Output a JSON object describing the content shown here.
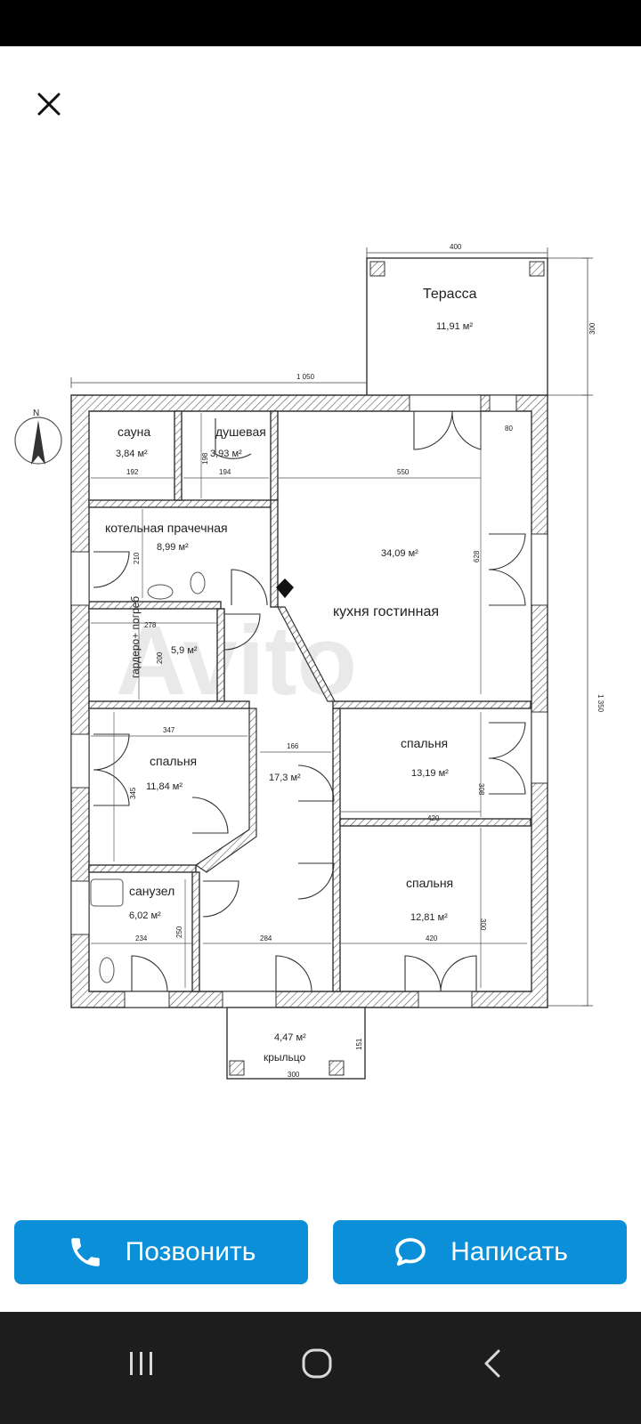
{
  "actions": {
    "call_label": "Позвонить",
    "message_label": "Написать"
  },
  "plan": {
    "north": "N",
    "watermark": "Avito",
    "rooms": [
      {
        "name": "Терасса",
        "area": "11,91 м²"
      },
      {
        "name": "сауна",
        "area": "3,84 м²"
      },
      {
        "name": "душевая",
        "area": "3,93 м²"
      },
      {
        "name": "котельная прачечная",
        "area": "8,99 м²"
      },
      {
        "name": "кухня гостинная",
        "area": "34,09 м²"
      },
      {
        "name": "гардеро+ погреб",
        "area": "5,9 м²"
      },
      {
        "name": "спальня",
        "area": "11,84 м²"
      },
      {
        "name": "",
        "area": "17,3 м²"
      },
      {
        "name": "спальня",
        "area": "13,19 м²"
      },
      {
        "name": "санузел",
        "area": "6,02 м²"
      },
      {
        "name": "спальня",
        "area": "12,81 м²"
      },
      {
        "name": "крыльцо",
        "area": "4,47 м²"
      }
    ],
    "dims": [
      "400",
      "300",
      "1 050",
      "80",
      "192",
      "198",
      "194",
      "550",
      "210",
      "628",
      "278",
      "200",
      "347",
      "166",
      "345",
      "308",
      "420",
      "1 350",
      "234",
      "250",
      "284",
      "420",
      "300",
      "151",
      "300"
    ]
  },
  "icons": {
    "close": "close-icon",
    "phone": "phone-icon",
    "chat": "chat-bubble-icon",
    "recent": "recent-apps-icon",
    "home": "home-icon",
    "back": "back-icon"
  },
  "colors": {
    "button": "#0a8fd8",
    "status_bar": "#000000",
    "nav_bar": "#1d1d1d"
  }
}
